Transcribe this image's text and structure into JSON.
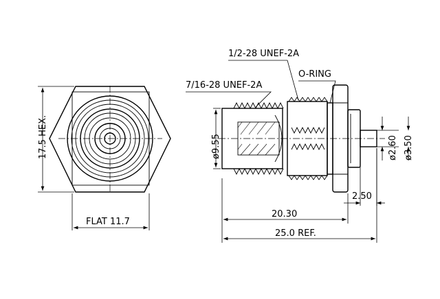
{
  "drawing": {
    "front_view": {
      "hex_label": "17.5 HEX.",
      "flat_label": "FLAT 11.7"
    },
    "side_view": {
      "thread_large_label": "1/2-28 UNEF-2A",
      "thread_small_label": "7/16-28 UNEF-2A",
      "oring_label": "O-RING",
      "bore_diameter_label": "ø9.55",
      "pin_diameter_label": "ø2.60",
      "flange_diameter_label": "ø3.50",
      "pin_length_label": "2.50",
      "body_length_label": "20.30",
      "overall_length_label": "25.0 REF."
    }
  }
}
